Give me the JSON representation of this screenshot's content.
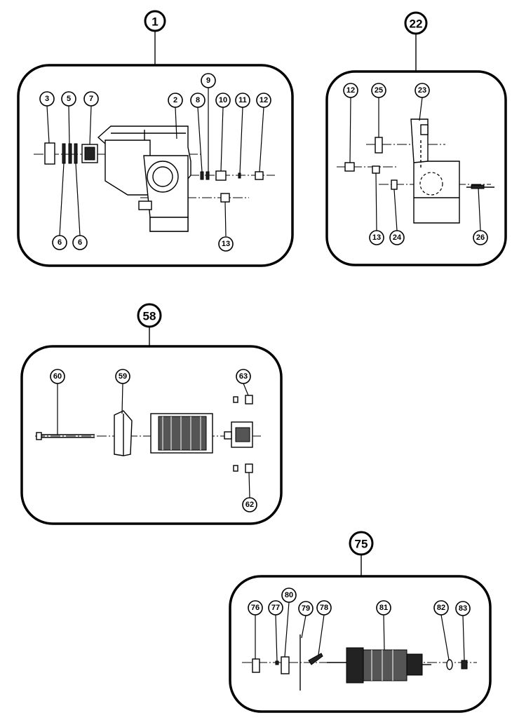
{
  "groups": [
    {
      "id": "1",
      "callouts": [
        "3",
        "5",
        "7",
        "2",
        "8",
        "9",
        "10",
        "11",
        "12",
        "6",
        "6",
        "13"
      ]
    },
    {
      "id": "22",
      "callouts": [
        "12",
        "25",
        "23",
        "13",
        "24",
        "26"
      ]
    },
    {
      "id": "58",
      "callouts": [
        "60",
        "59",
        "63",
        "62"
      ]
    },
    {
      "id": "75",
      "callouts": [
        "76",
        "77",
        "80",
        "79",
        "78",
        "81",
        "82",
        "83"
      ]
    }
  ]
}
